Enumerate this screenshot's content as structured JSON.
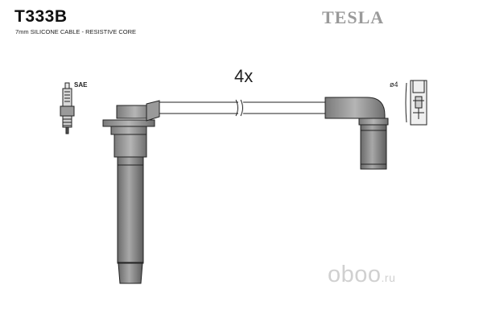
{
  "header": {
    "part_number": "T333B",
    "description": "7mm SILICONE CABLE - RESISTIVE CORE",
    "brand": "TESLA"
  },
  "diagram": {
    "quantity_label": "4x",
    "spark_plug_label": "SAE",
    "terminal_label": "ø4"
  },
  "watermark": {
    "main": "oboo",
    "domain": ".ru"
  }
}
